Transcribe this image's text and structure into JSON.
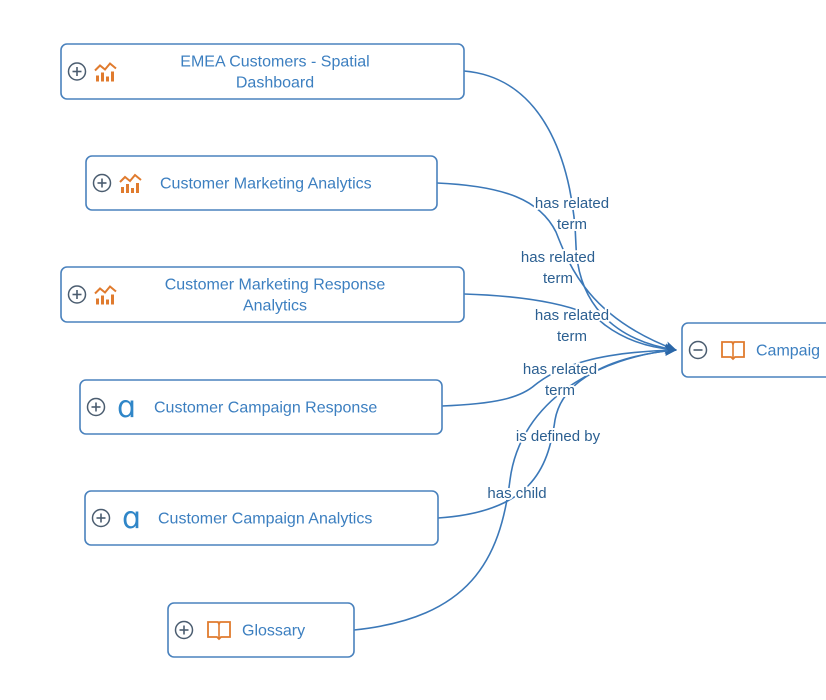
{
  "diagram": {
    "nodes": [
      {
        "id": "n1",
        "label_lines": [
          "EMEA Customers - Spatial",
          "Dashboard"
        ],
        "icon": "dashboard-icon",
        "expand": "expand-plus-icon"
      },
      {
        "id": "n2",
        "label_lines": [
          "Customer Marketing Analytics"
        ],
        "icon": "dashboard-icon",
        "expand": "expand-plus-icon"
      },
      {
        "id": "n3",
        "label_lines": [
          "Customer Marketing Response",
          "Analytics"
        ],
        "icon": "dashboard-icon",
        "expand": "expand-plus-icon"
      },
      {
        "id": "n4",
        "label_lines": [
          "Customer Campaign Response"
        ],
        "icon": "analysis-icon",
        "expand": "expand-plus-icon"
      },
      {
        "id": "n5",
        "label_lines": [
          "Customer Campaign Analytics"
        ],
        "icon": "analysis-icon",
        "expand": "expand-plus-icon"
      },
      {
        "id": "n6",
        "label_lines": [
          "Glossary"
        ],
        "icon": "book-icon",
        "expand": "expand-plus-icon"
      },
      {
        "id": "target",
        "label_lines": [
          "Campaig"
        ],
        "icon": "book-icon",
        "expand": "collapse-minus-icon"
      }
    ],
    "edges": [
      {
        "from": "n1",
        "to": "target",
        "label_lines": [
          "has related",
          "term"
        ]
      },
      {
        "from": "n2",
        "to": "target",
        "label_lines": [
          "has related",
          "term"
        ]
      },
      {
        "from": "n3",
        "to": "target",
        "label_lines": [
          "has related",
          "term"
        ]
      },
      {
        "from": "n4",
        "to": "target",
        "label_lines": [
          "has related",
          "term"
        ]
      },
      {
        "from": "n5",
        "to": "target",
        "label_lines": [
          "is defined by"
        ]
      },
      {
        "from": "n6",
        "to": "target",
        "label_lines": [
          "has child"
        ]
      }
    ],
    "colors": {
      "node_border": "#4a82bd",
      "node_text": "#3c7fc0",
      "edge": "#3b78b8",
      "edge_label": "#2b5f91",
      "icon_orange": "#e07b2e",
      "icon_blue": "#2f86c8"
    }
  }
}
